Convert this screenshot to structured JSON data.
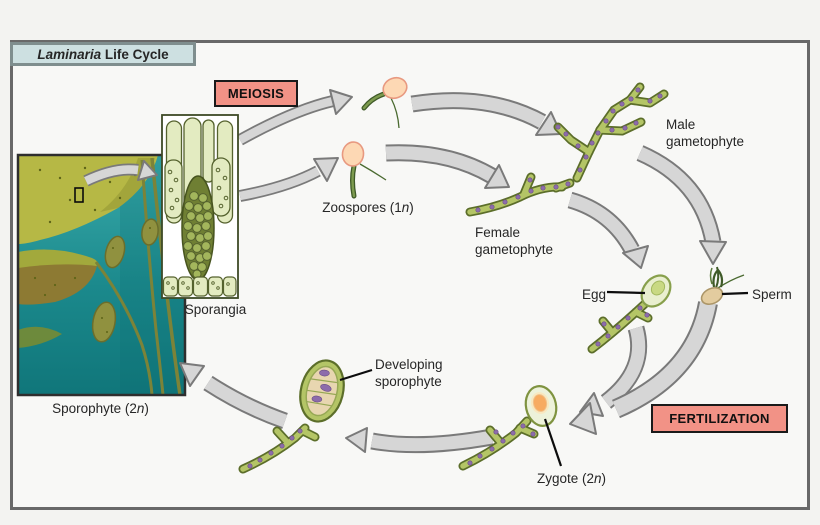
{
  "diagram_title": {
    "italic_part": "Laminaria",
    "regular_part": " Life Cycle"
  },
  "process_labels": {
    "meiosis": "MEIOSIS",
    "fertilization": "FERTILIZATION"
  },
  "stage_labels": {
    "zoospores": {
      "pre": "Zoospores (1",
      "n": "n",
      "post": ")"
    },
    "male_gametophyte": {
      "line1": "Male",
      "line2": "gametophyte"
    },
    "female_gametophyte": {
      "line1": "Female",
      "line2": "gametophyte"
    },
    "egg": "Egg",
    "sperm": "Sperm",
    "sporangia": "Sporangia",
    "sporophyte": {
      "pre": "Sporophyte (2",
      "n": "n",
      "post": ")"
    },
    "developing_sporophyte": {
      "line1": "Developing",
      "line2": "sporophyte"
    },
    "zygote": {
      "pre": "Zygote (2",
      "n": "n",
      "post": ")"
    }
  },
  "colors": {
    "page_background": "#f3f3f1",
    "panel_background": "#f8f8f6",
    "panel_border": "#696969",
    "title_box_background": "#cde0e1",
    "process_box_background": "#f29286",
    "arrow_fill": "#d6d6d6",
    "arrow_outline": "#7a7a7a",
    "organism_green": "#b4c566",
    "organism_outline": "#5c6e2a",
    "nucleus_purple": "#8d6cab",
    "zoospore_head_peach": "#fdd8b4",
    "sperm_body_tan": "#e3cc9f",
    "egg_pale_green": "#e9efcf",
    "zygote_center_orange": "#f7ab61",
    "water_teal": "#1b898c",
    "kelp_yellow_green": "#b6b845"
  }
}
